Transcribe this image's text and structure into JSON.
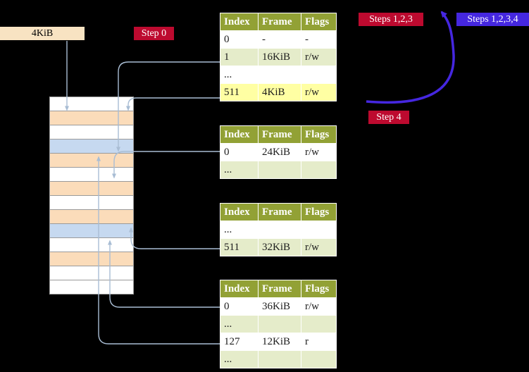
{
  "frame_label": "4KiB",
  "badges": {
    "step0": "Step 0",
    "steps123": "Steps 1,2,3",
    "steps1234": "Steps 1,2,3,4",
    "step4": "Step 4"
  },
  "table_headers": [
    "Index",
    "Frame",
    "Flags"
  ],
  "tables": [
    {
      "name": "page-table-level-1",
      "rows": [
        {
          "cells": [
            "0",
            "-",
            "-"
          ],
          "variant": "white"
        },
        {
          "cells": [
            "1",
            "16KiB",
            "r/w"
          ],
          "variant": "green"
        },
        {
          "cells": [
            "...",
            "",
            ""
          ],
          "variant": "white"
        },
        {
          "cells": [
            "511",
            "4KiB",
            "r/w"
          ],
          "variant": "highlight"
        }
      ]
    },
    {
      "name": "page-table-level-2",
      "rows": [
        {
          "cells": [
            "0",
            "24KiB",
            "r/w"
          ],
          "variant": "white"
        },
        {
          "cells": [
            "...",
            "",
            ""
          ],
          "variant": "green"
        }
      ]
    },
    {
      "name": "page-table-level-3",
      "rows": [
        {
          "cells": [
            "...",
            "",
            ""
          ],
          "variant": "white"
        },
        {
          "cells": [
            "511",
            "32KiB",
            "r/w"
          ],
          "variant": "green"
        }
      ]
    },
    {
      "name": "page-table-level-4",
      "rows": [
        {
          "cells": [
            "0",
            "36KiB",
            "r/w"
          ],
          "variant": "white"
        },
        {
          "cells": [
            "...",
            "",
            ""
          ],
          "variant": "green"
        },
        {
          "cells": [
            "127",
            "12KiB",
            "r"
          ],
          "variant": "white"
        },
        {
          "cells": [
            "...",
            "",
            ""
          ],
          "variant": "green"
        }
      ]
    }
  ],
  "memory_stack": {
    "rows": [
      "white",
      "peach",
      "white",
      "blue",
      "peach",
      "white",
      "peach",
      "white",
      "peach",
      "blue",
      "white",
      "peach",
      "white",
      "white"
    ]
  },
  "connections": [
    {
      "from": "frame-label-4KiB",
      "to": "stack-row-2"
    },
    {
      "from": "table1-index-511-frame-4KiB",
      "to": "stack-row-2"
    },
    {
      "from": "table1-index-1-frame-16KiB",
      "to": "stack-row-5"
    },
    {
      "from": "table2-index-0-frame-24KiB",
      "to": "stack-row-7"
    },
    {
      "from": "table3-index-511-frame-32KiB",
      "to": "stack-row-9"
    },
    {
      "from": "table4-index-0-frame-36KiB",
      "to": "stack-row-10"
    },
    {
      "from": "table4-index-127-frame-12KiB",
      "to": "stack-row-4"
    },
    {
      "from": "table-1-area",
      "to": "steps-badges",
      "style": "blue-loop-arrow"
    }
  ],
  "colors": {
    "background": "#000000",
    "table_header_bg": "#92a135",
    "table_green_row": "#e5ecca",
    "table_highlight_row": "#ffffa3",
    "badge_crimson": "#bd0a2f",
    "badge_blue": "#4527e0",
    "stack_peach": "#fbdcba",
    "stack_blue": "#c6d9f0",
    "connector": "#a9bdd4"
  }
}
